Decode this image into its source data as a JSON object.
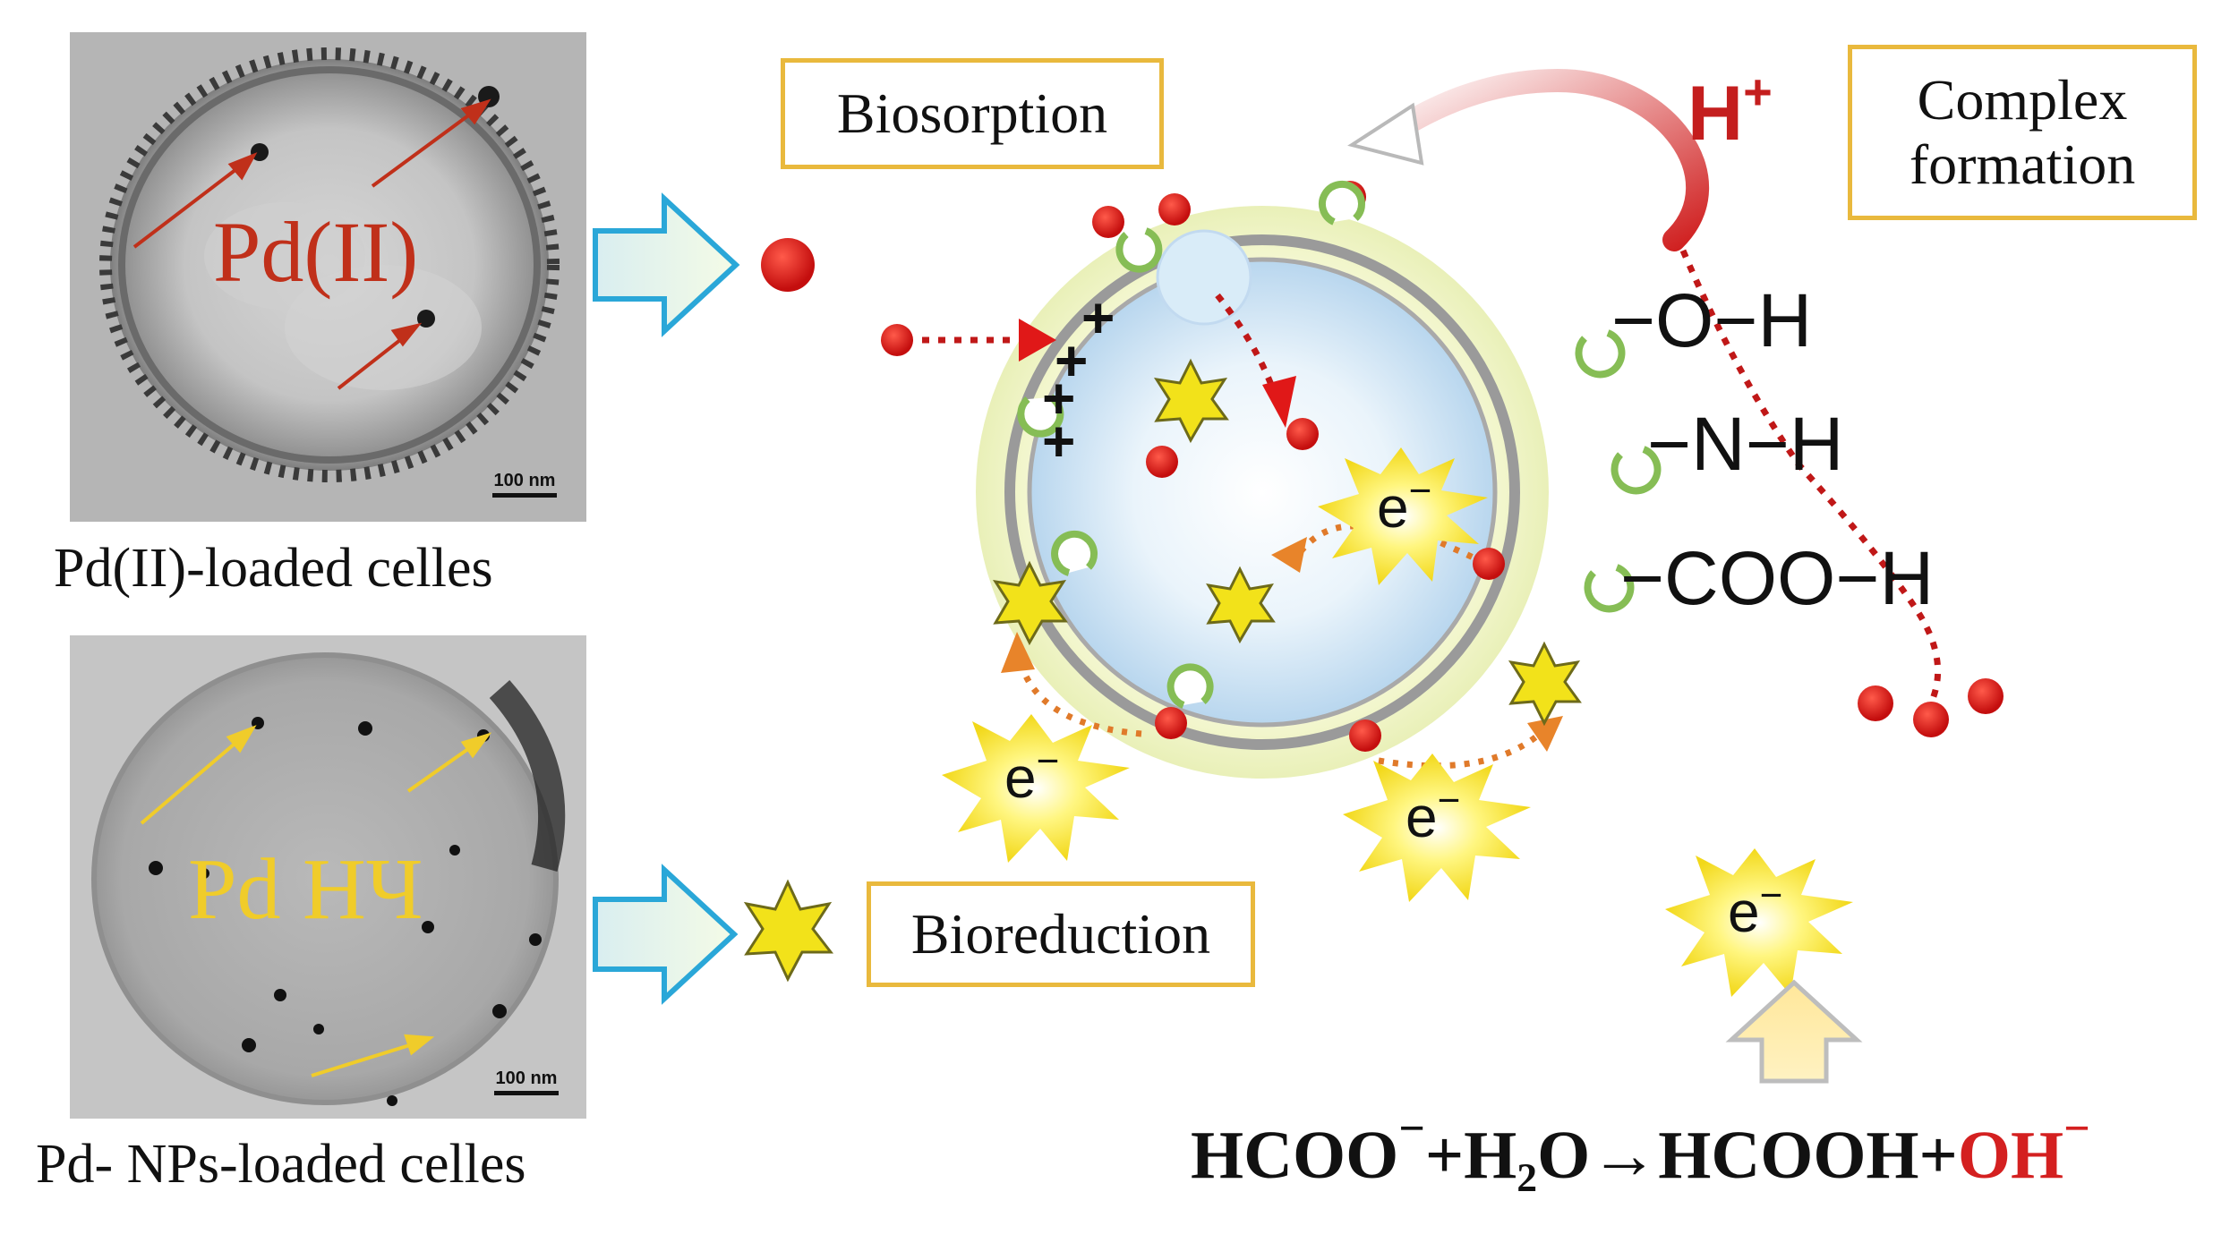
{
  "panels": {
    "top": {
      "inset_label": "Pd(II)",
      "scale_label": "100 nm",
      "caption": "Pd(II)-loaded celles"
    },
    "bottom": {
      "inset_label": "Pd НЧ",
      "scale_label": "100 nm",
      "caption": "Pd- NPs-loaded celles"
    }
  },
  "processes": {
    "biosorption": "Biosorption",
    "bioreduction": "Bioreduction",
    "complex_formation_line1": "Complex",
    "complex_formation_line2": "formation"
  },
  "functional_groups": {
    "hydroxyl": "−O−H",
    "amine": "−N−H",
    "carboxyl": "−COO−H"
  },
  "proton": {
    "base": "H",
    "charge": "+"
  },
  "electron": {
    "base": "e",
    "charge": "−"
  },
  "surface_charges": [
    "+",
    "+",
    "+",
    "+"
  ],
  "equation": {
    "lhs": "HCOO",
    "lhs_charge": "−",
    "middle": "+H₂O→HCOOH+",
    "product": "OH",
    "product_charge": "−"
  },
  "colors": {
    "pd_ion": "#e01818",
    "pd_label": "#c0301a",
    "np_label": "#f0cc2a",
    "box_border": "#e9b93d",
    "arrow_blue": "#2aa7d8",
    "star_yellow": "#f2e21a",
    "proton_red": "#c41e1e"
  },
  "icons": [
    "pd-ion-dot",
    "pd-nanoparticle-star",
    "electron-burst",
    "binding-site-icon",
    "hollow-arrow"
  ]
}
